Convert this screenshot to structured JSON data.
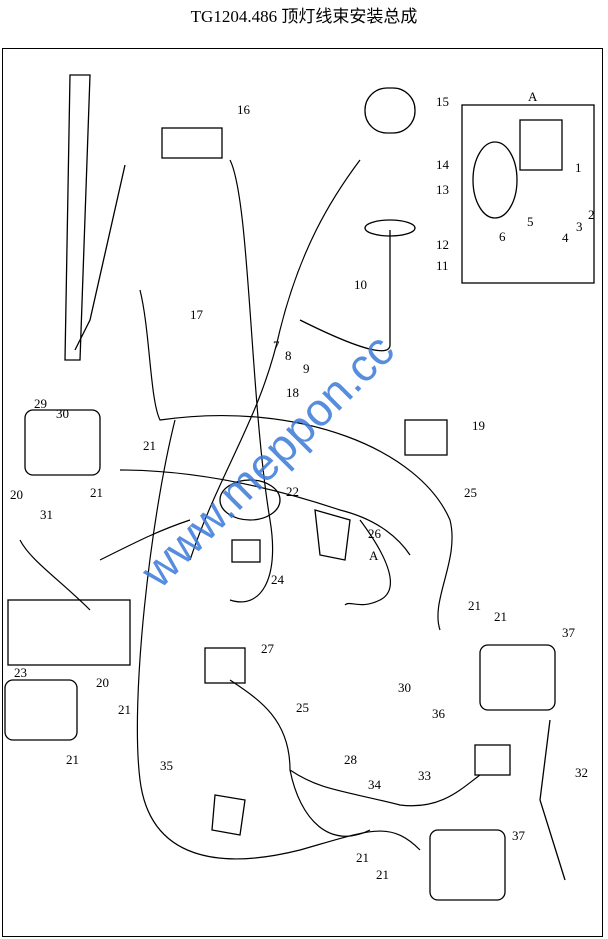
{
  "title": "TG1204.486  顶灯线束安装总成",
  "watermark": "www.meppon.cc",
  "detail_label": "A",
  "callouts": [
    "16",
    "15",
    "A",
    "1",
    "14",
    "13",
    "2",
    "3",
    "4",
    "5",
    "6",
    "12",
    "11",
    "10",
    "17",
    "7",
    "8",
    "9",
    "18",
    "29",
    "30",
    "19",
    "21",
    "20",
    "21",
    "25",
    "22",
    "31",
    "26",
    "A",
    "24",
    "21",
    "21",
    "37",
    "23",
    "27",
    "30",
    "20",
    "36",
    "21",
    "25",
    "21",
    "28",
    "35",
    "32",
    "33",
    "34",
    "37",
    "21",
    "21"
  ]
}
